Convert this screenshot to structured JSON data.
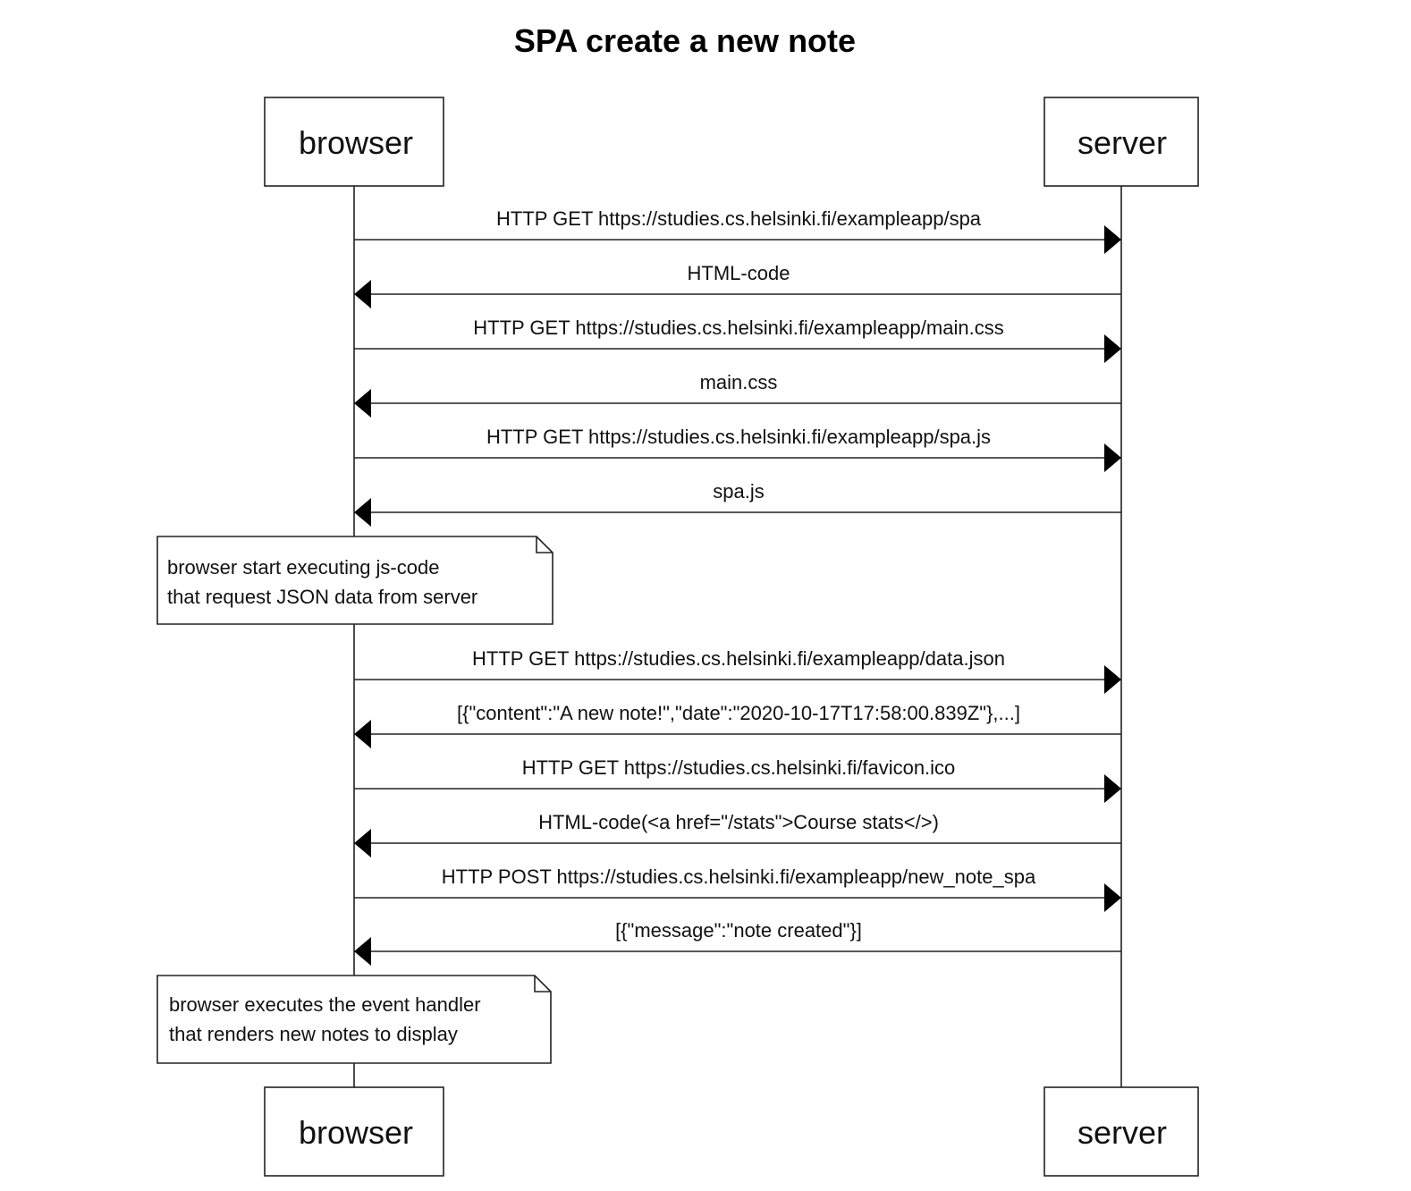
{
  "title": "SPA create a new note",
  "participants": {
    "browser": "browser",
    "server": "server"
  },
  "messages": [
    {
      "from": "browser",
      "to": "server",
      "label": "HTTP GET https://studies.cs.helsinki.fi/exampleapp/spa"
    },
    {
      "from": "server",
      "to": "browser",
      "label": "HTML-code"
    },
    {
      "from": "browser",
      "to": "server",
      "label": "HTTP GET https://studies.cs.helsinki.fi/exampleapp/main.css"
    },
    {
      "from": "server",
      "to": "browser",
      "label": "main.css"
    },
    {
      "from": "browser",
      "to": "server",
      "label": "HTTP GET https://studies.cs.helsinki.fi/exampleapp/spa.js"
    },
    {
      "from": "server",
      "to": "browser",
      "label": "spa.js"
    },
    {
      "from": "browser",
      "to": "server",
      "label": "HTTP GET https://studies.cs.helsinki.fi/exampleapp/data.json"
    },
    {
      "from": "server",
      "to": "browser",
      "label": "[{\"content\":\"A new note!\",\"date\":\"2020-10-17T17:58:00.839Z\"},...]"
    },
    {
      "from": "browser",
      "to": "server",
      "label": "HTTP GET https://studies.cs.helsinki.fi/favicon.ico"
    },
    {
      "from": "server",
      "to": "browser",
      "label": "HTML-code(<a href=\"/stats\">Course stats</>)"
    },
    {
      "from": "browser",
      "to": "server",
      "label": "HTTP POST https://studies.cs.helsinki.fi/exampleapp/new_note_spa"
    },
    {
      "from": "server",
      "to": "browser",
      "label": "[{\"message\":\"note created\"}]"
    }
  ],
  "notes": [
    {
      "over": "browser",
      "lines": [
        "browser start executing js-code",
        "that request JSON data from server"
      ]
    },
    {
      "over": "browser",
      "lines": [
        "browser executes the event handler",
        "that renders new notes to display"
      ]
    }
  ]
}
